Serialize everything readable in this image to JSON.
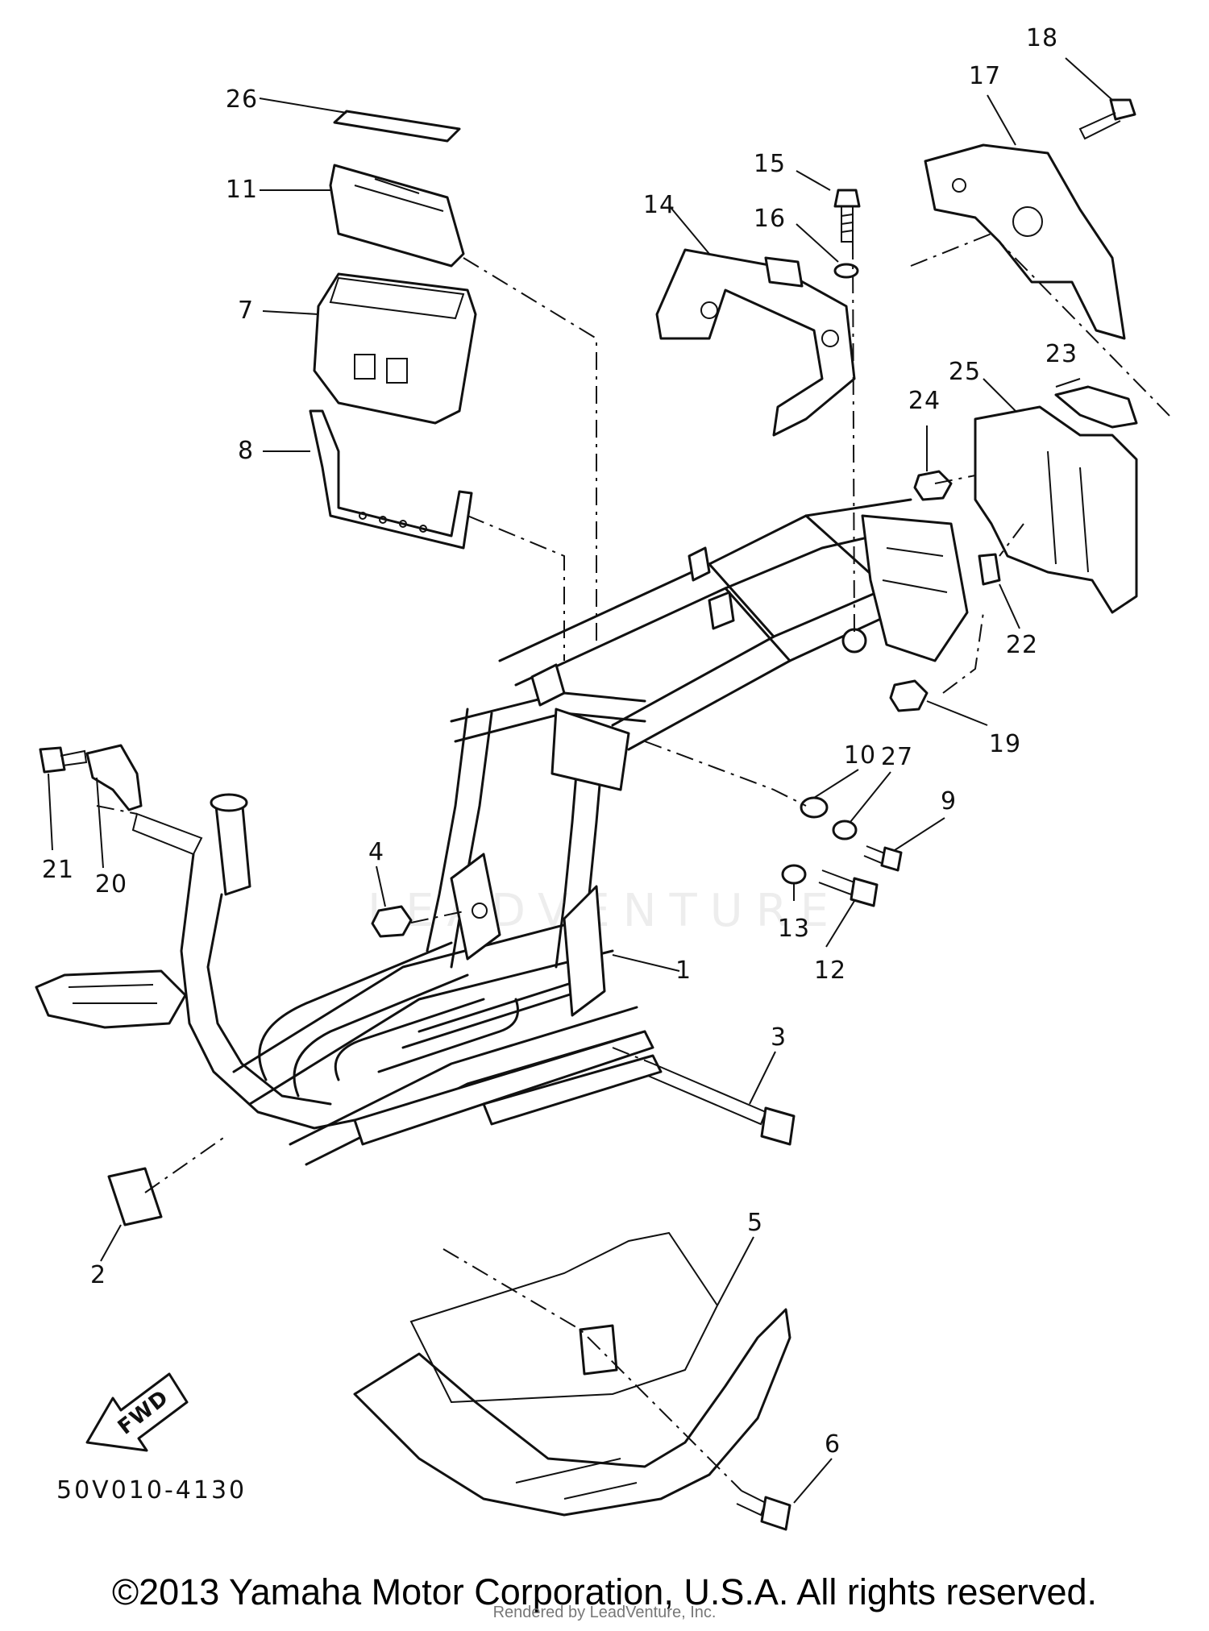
{
  "diagram": {
    "callouts": [
      "1",
      "2",
      "3",
      "4",
      "5",
      "6",
      "7",
      "8",
      "9",
      "10",
      "11",
      "12",
      "13",
      "14",
      "15",
      "16",
      "17",
      "18",
      "19",
      "20",
      "21",
      "22",
      "23",
      "24",
      "25",
      "26",
      "27"
    ],
    "fwd_arrow_label": "FWD",
    "catalog_code": "50V010-4130",
    "copyright": "©2013 Yamaha Motor Corporation, U.S.A. All rights reserved.",
    "rendered_by": "Rendered by LeadVenture, Inc.",
    "watermark": "LEADVENTURE"
  }
}
